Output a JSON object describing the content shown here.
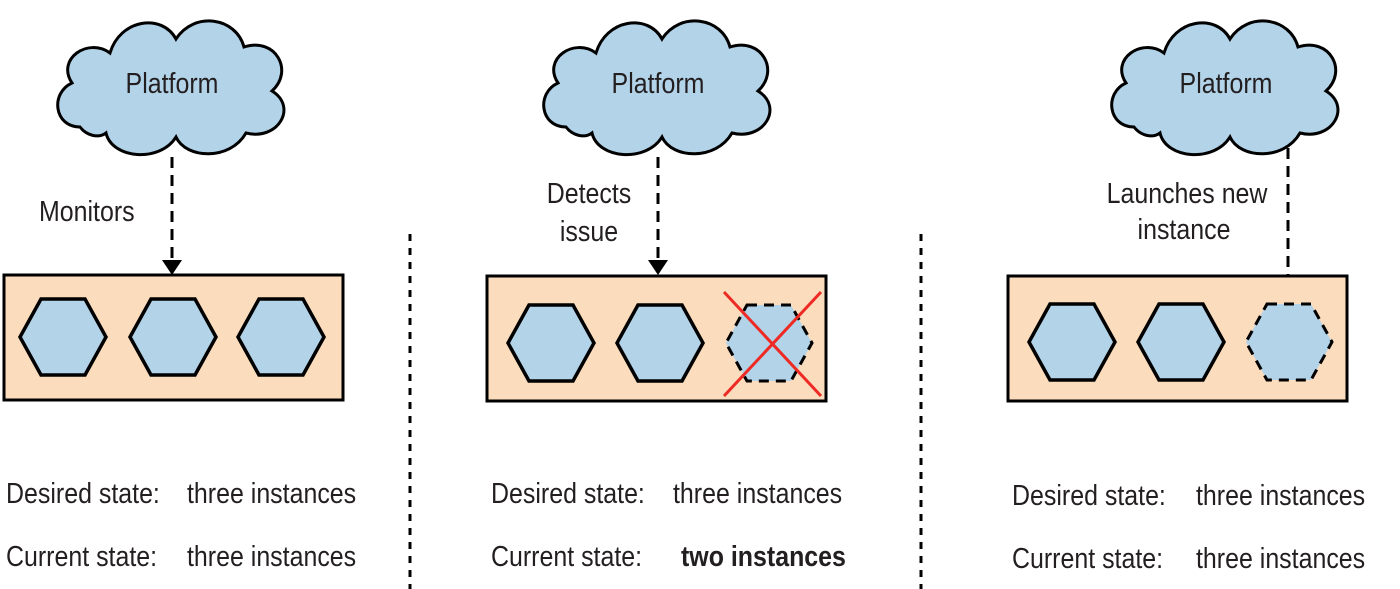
{
  "panels": [
    {
      "platform_label": "Platform",
      "action_label": "Monitors",
      "desired_label": "Desired state:",
      "desired_value": "three instances",
      "current_label": "Current state:",
      "current_value": "three instances"
    },
    {
      "platform_label": "Platform",
      "action_label_line1": "Detects",
      "action_label_line2": "issue",
      "desired_label": "Desired state:",
      "desired_value": "three instances",
      "current_label": "Current state:",
      "current_value": "two instances"
    },
    {
      "platform_label": "Platform",
      "action_label_line1": "Launches new",
      "action_label_line2": "instance",
      "desired_label": "Desired state:",
      "desired_value": "three instances",
      "current_label": "Current state:",
      "current_value": "three instances"
    }
  ],
  "colors": {
    "cloud_fill": "#b3d3e9",
    "box_fill": "#fbdcbc",
    "instance_fill": "#b3d3e9",
    "failure_cross": "#ee2a24",
    "stroke": "#000000",
    "text": "#231f20"
  }
}
